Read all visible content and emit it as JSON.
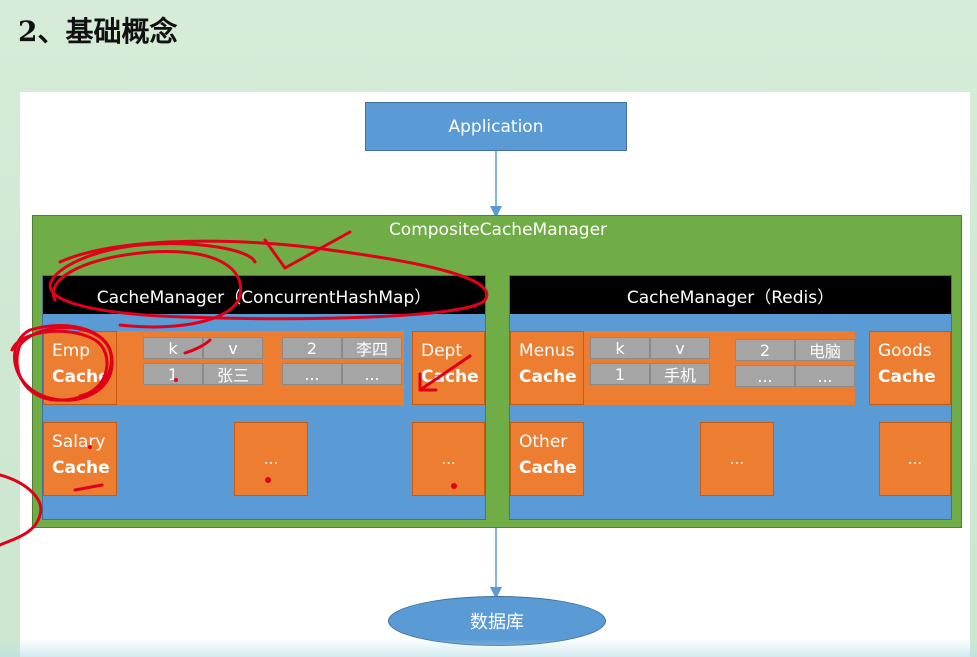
{
  "slide": {
    "title": "2、基础概念"
  },
  "diagram": {
    "application": "Application",
    "composite": "CompositeCacheManager",
    "left_manager": {
      "title": "CacheManager（ConcurrentHashMap）",
      "emp": {
        "line1": "Emp",
        "line2": "Cache"
      },
      "kv": {
        "k": "k",
        "v": "v",
        "k1": "1",
        "v1": "张三",
        "k2": "2",
        "v2": "李四",
        "e1": "...",
        "e2": "..."
      },
      "dept": {
        "line1": "Dept",
        "line2": "Cache"
      },
      "salary": {
        "line1": "Salary",
        "line2": "Cache"
      },
      "dots1": "...",
      "dots2": "..."
    },
    "right_manager": {
      "title": "CacheManager（Redis）",
      "menus": {
        "line1": "Menus",
        "line2": "Cache"
      },
      "kv": {
        "k": "k",
        "v": "v",
        "k1": "1",
        "v1": "手机",
        "k2": "2",
        "v2": "电脑",
        "e1": "...",
        "e2": "..."
      },
      "goods": {
        "line1": "Goods",
        "line2": "Cache"
      },
      "other": {
        "line1": "Other",
        "line2": "Cache"
      },
      "dots1": "...",
      "dots2": "..."
    },
    "database": "数据库"
  },
  "colors": {
    "blue": "#5b9bd5",
    "green": "#70ad47",
    "orange": "#ed7d31",
    "gray": "#a5a5a5",
    "annotation_red": "#e0001a"
  }
}
